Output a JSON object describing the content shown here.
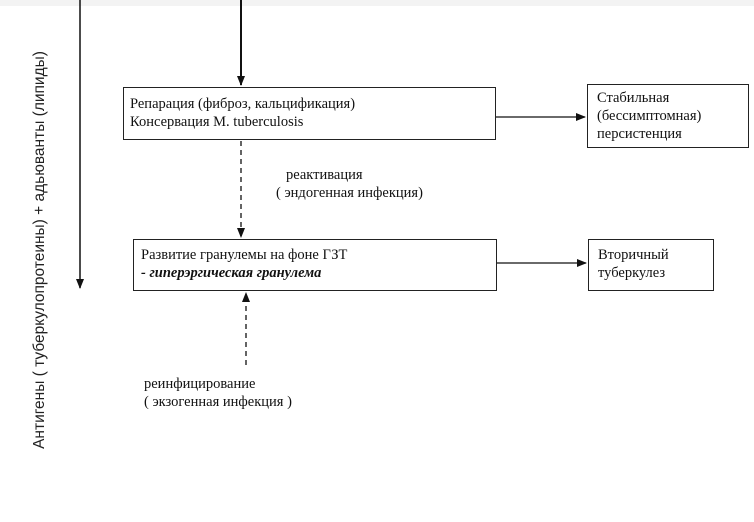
{
  "side_label": "Антигены ( туберкулопротеины)  + адьюванты (липиды)",
  "boxes": {
    "reparation": {
      "line1": "Репарация (фиброз, кальцификация)",
      "line2": "Консервация M. tuberculosis"
    },
    "stable": {
      "line1": "Стабильная",
      "line2": "(бессимптомная)",
      "line3": "персистенция"
    },
    "granuloma": {
      "line1": "Развитие гранулемы  на фоне ГЗТ",
      "line2": "- гиперэргическая гранулема"
    },
    "secondary": {
      "line1": "Вторичный",
      "line2": "туберкулез"
    }
  },
  "labels": {
    "reactivation_line1": "реактивация",
    "reactivation_line2": "( эндогенная инфекция)",
    "reinfection_line1": "реинфицирование",
    "reinfection_line2": "( экзогенная инфекция )"
  }
}
